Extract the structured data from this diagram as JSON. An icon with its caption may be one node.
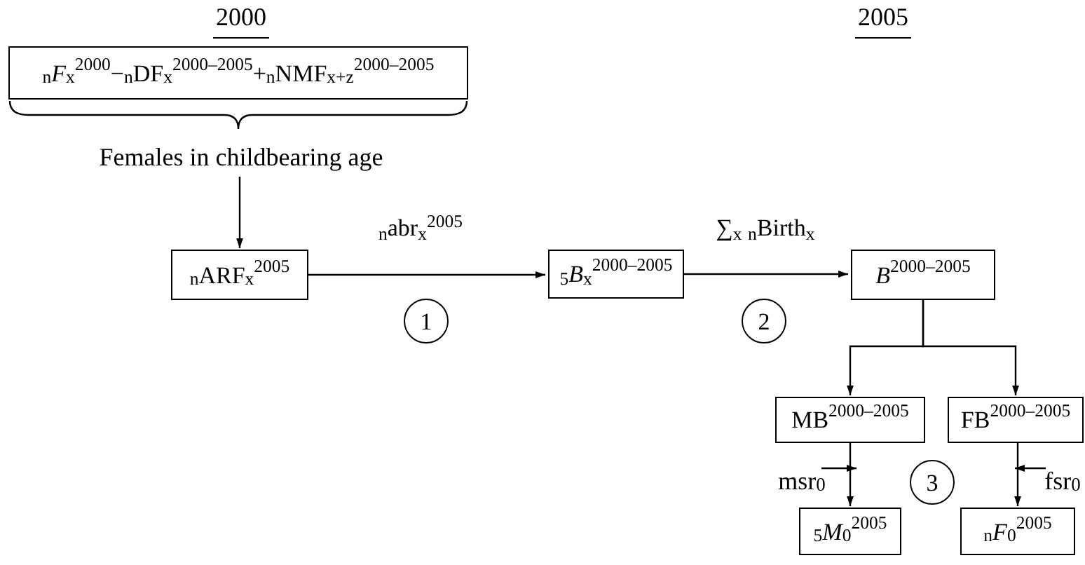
{
  "diagram": {
    "nodes": [
      {
        "text": [
          "$_{n}$*F*$_{x}$$^{2000}$−$_{n}$DF$_{x}$$^{2000–2005}$+$_{n}$NMF$_{x+z}$$^{2000–2005}$"
        ]
      },
      {
        "text": [
          "Females in childbearing age"
        ]
      },
      {
        "text": [
          "$_{n}$ARF$_{x}$$^{2005}$"
        ]
      },
      {
        "text": [
          "$_{5}$*B*$_{x}$$^{2000–2005}$"
        ]
      },
      {
        "text": [
          "*B*$^{2000–2005}$"
        ]
      },
      {
        "text": [
          "MB$^{2000–2005}$"
        ]
      },
      {
        "text": [
          "FB$^{2000–2005}$"
        ]
      },
      {
        "text": [
          "$_{5}$*M*$_{0}$$^{2005}$"
        ]
      },
      {
        "text": [
          "$_{n}$*F*$_{0}$$^{2005}$"
        ]
      },
      {
        "text": [
          "msr$_{0}$"
        ]
      },
      {
        "text": [
          "fsr$_{0}$"
        ]
      },
      {
        "text": [
          "1"
        ]
      },
      {
        "text": [
          "2"
        ]
      },
      {
        "text": [
          "3"
        ]
      }
    ],
    "edges": [
      {
        "from": 1,
        "to": 2,
        "arrow": "to"
      },
      {
        "from": 2,
        "to": 3,
        "arrow": "to",
        "label": "$_{n}$abr$_{x}$$^{2005}$"
      },
      {
        "from": 3,
        "to": 4,
        "arrow": "to",
        "label": "∑$_{x}$ $_{n}$Birth$_{x}$"
      },
      {
        "from": 4,
        "to": 5,
        "arrow": "to"
      },
      {
        "from": 4,
        "to": 6,
        "arrow": "to"
      },
      {
        "from": 5,
        "to": 7,
        "arrow": "to"
      },
      {
        "from": 6,
        "to": 8,
        "arrow": "to"
      },
      {
        "from": 9,
        "to": null,
        "arrow": "to"
      },
      {
        "from": 10,
        "to": null,
        "arrow": "to"
      }
    ],
    "labels": [
      "2000",
      "2005"
    ]
  }
}
